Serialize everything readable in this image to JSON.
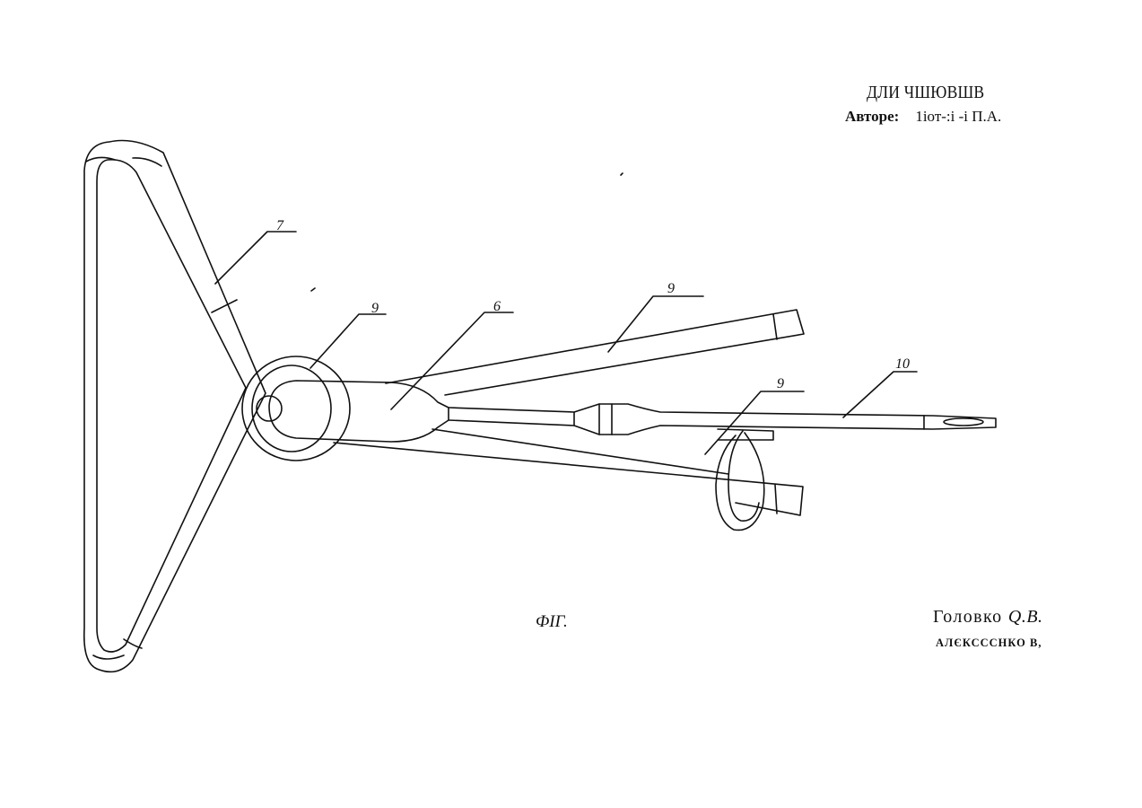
{
  "header": {
    "title": "ДЛИ ЧШЮВШВ",
    "authors_label": "Авторе:",
    "authors_value": "1іот-:і -і П.А."
  },
  "figure": {
    "caption": "ФІГ.",
    "reference_labels": {
      "handle_frame": "7",
      "hub_ring": "9",
      "body": "6",
      "upper_arm": "9",
      "lower_arm": "9",
      "rod": "10"
    }
  },
  "authors_bottom": {
    "line1_text": "Головко ",
    "line1_initials": "Q.B.",
    "line2": "АЛЄКСССНКО В,"
  }
}
